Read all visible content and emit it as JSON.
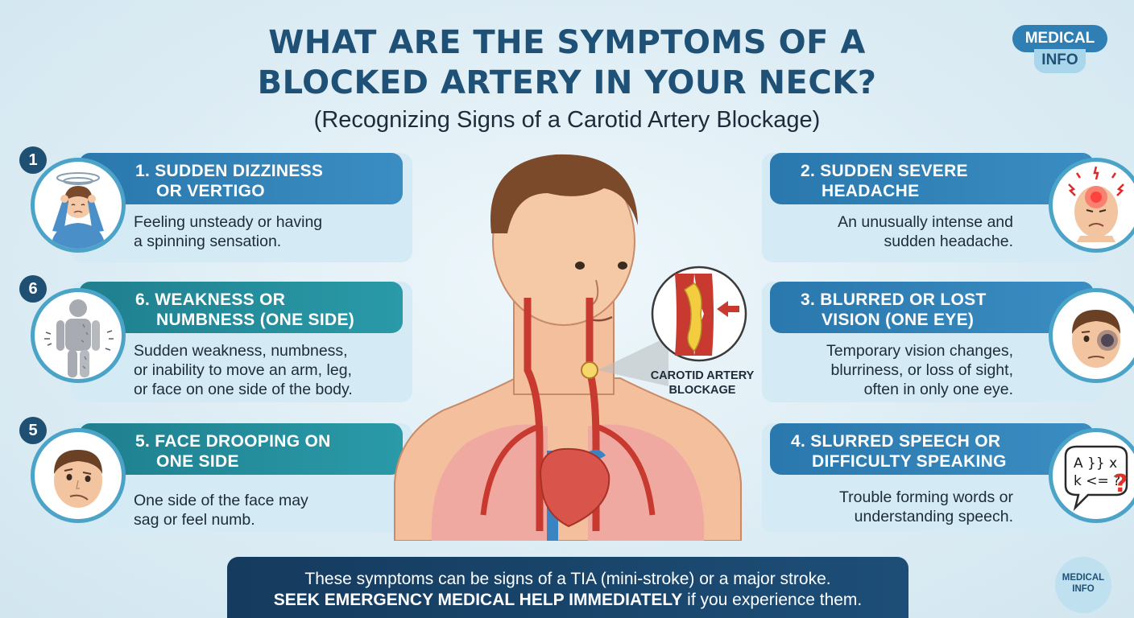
{
  "header": {
    "title_line1": "WHAT ARE THE SYMPTOMS OF A",
    "title_line2": "BLOCKED ARTERY IN YOUR NECK?",
    "subtitle": "(Recognizing Signs of a Carotid Artery Blockage)"
  },
  "badge": {
    "line1": "MEDICAL",
    "line2": "INFO"
  },
  "symptoms": [
    {
      "num": "1",
      "title1": "1. SUDDEN DIZZINESS",
      "title2": "OR VERTIGO",
      "desc1": "Feeling unsteady or having",
      "desc2": "a spinning sensation.",
      "desc3": "",
      "icon": "dizzy-person-icon"
    },
    {
      "num": "2",
      "title1": "2. SUDDEN SEVERE",
      "title2": "HEADACHE",
      "desc1": "An unusually intense and",
      "desc2": "sudden headache.",
      "desc3": "",
      "icon": "headache-face-icon"
    },
    {
      "num": "3",
      "title1": "3. BLURRED OR LOST",
      "title2": "VISION (ONE EYE)",
      "desc1": "Temporary vision changes,",
      "desc2": "blurriness, or loss of sight,",
      "desc3": "often in only one eye.",
      "icon": "blurred-eye-face-icon"
    },
    {
      "num": "4",
      "title1": "4. SLURRED SPEECH OR",
      "title2": "DIFFICULTY SPEAKING",
      "desc1": "Trouble forming words or",
      "desc2": "understanding speech.",
      "desc3": "",
      "icon": "speech-bubble-icon",
      "bubble_text1": "A }} x",
      "bubble_text2": "k <= ?"
    },
    {
      "num": "5",
      "title1": "5. FACE DROOPING ON",
      "title2": "ONE SIDE",
      "desc1": "One side of the face may",
      "desc2": "sag or feel numb.",
      "desc3": "",
      "icon": "drooping-face-icon"
    },
    {
      "num": "6",
      "title1": "6. WEAKNESS OR",
      "title2": "NUMBNESS (ONE SIDE)",
      "desc1": "Sudden weakness, numbness,",
      "desc2": "or inability to move an arm, leg,",
      "desc3": "or face on one side of the body.",
      "icon": "numb-body-icon"
    }
  ],
  "illustration": {
    "label1": "CAROTID ARTERY",
    "label2": "BLOCKAGE"
  },
  "footer": {
    "line1": "These symptoms can be signs of a TIA (mini-stroke) or a major stroke.",
    "line2_bold": "SEEK EMERGENCY MEDICAL HELP IMMEDIATELY",
    "line2_rest": " if you experience them."
  },
  "seal": {
    "line1": "MEDICAL",
    "line2": "INFO"
  },
  "colors": {
    "title": "#1f5177",
    "blue_header": "#2a78ad",
    "teal_header": "#1f7f8e",
    "card_body": "#d4eaf4",
    "footer": "#153b5e",
    "artery": "#c8392f"
  }
}
